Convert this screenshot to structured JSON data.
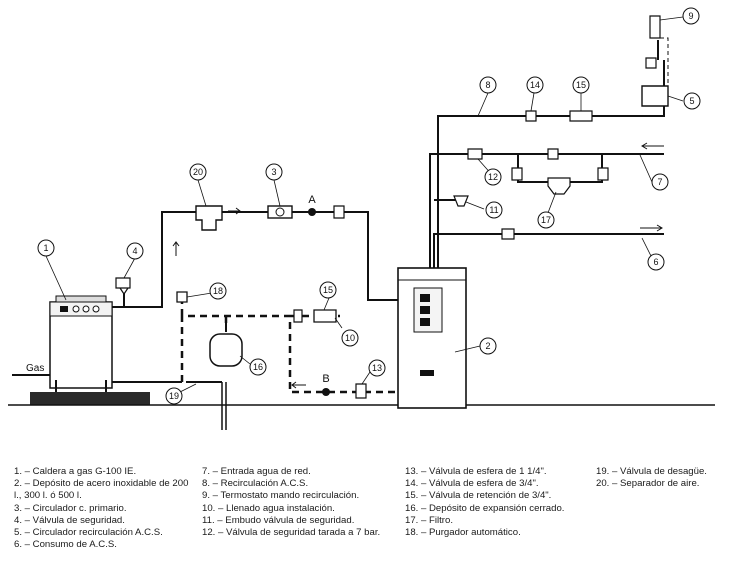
{
  "callouts": [
    "1",
    "2",
    "3",
    "4",
    "5",
    "6",
    "7",
    "8",
    "9",
    "10",
    "11",
    "12",
    "13",
    "14",
    "15",
    "16",
    "17",
    "18",
    "19",
    "20"
  ],
  "points": {
    "a": "A",
    "b": "B"
  },
  "gas_label": "Gas",
  "legend": {
    "col1": [
      "1. – Caldera a gas G-100 IE.",
      "2. – Depósito de acero inoxidable de 200 l., 300 l. ó 500 l.",
      "3. – Circulador c. primario.",
      "4. – Válvula de seguridad.",
      "5. – Circulador recirculación A.C.S.",
      "6. – Consumo de A.C.S."
    ],
    "col2": [
      "7. – Entrada agua de red.",
      "8. – Recirculación A.C.S.",
      "9. – Termostato mando recirculación.",
      "10. – Llenado agua instalación.",
      "11. – Embudo válvula de seguridad.",
      "12. – Válvula de seguridad tarada a 7 bar."
    ],
    "col3": [
      "13. – Válvula de esfera de 1 1/4\".",
      "14. – Válvula de esfera de 3/4\".",
      "15. – Válvula de retención de 3/4\".",
      "16. – Depósito de expansión cerrado.",
      "17. – Filtro.",
      "18. – Purgador automático."
    ],
    "col4": [
      "19. – Válvula de desagüe.",
      "20. – Separador de aire."
    ]
  }
}
